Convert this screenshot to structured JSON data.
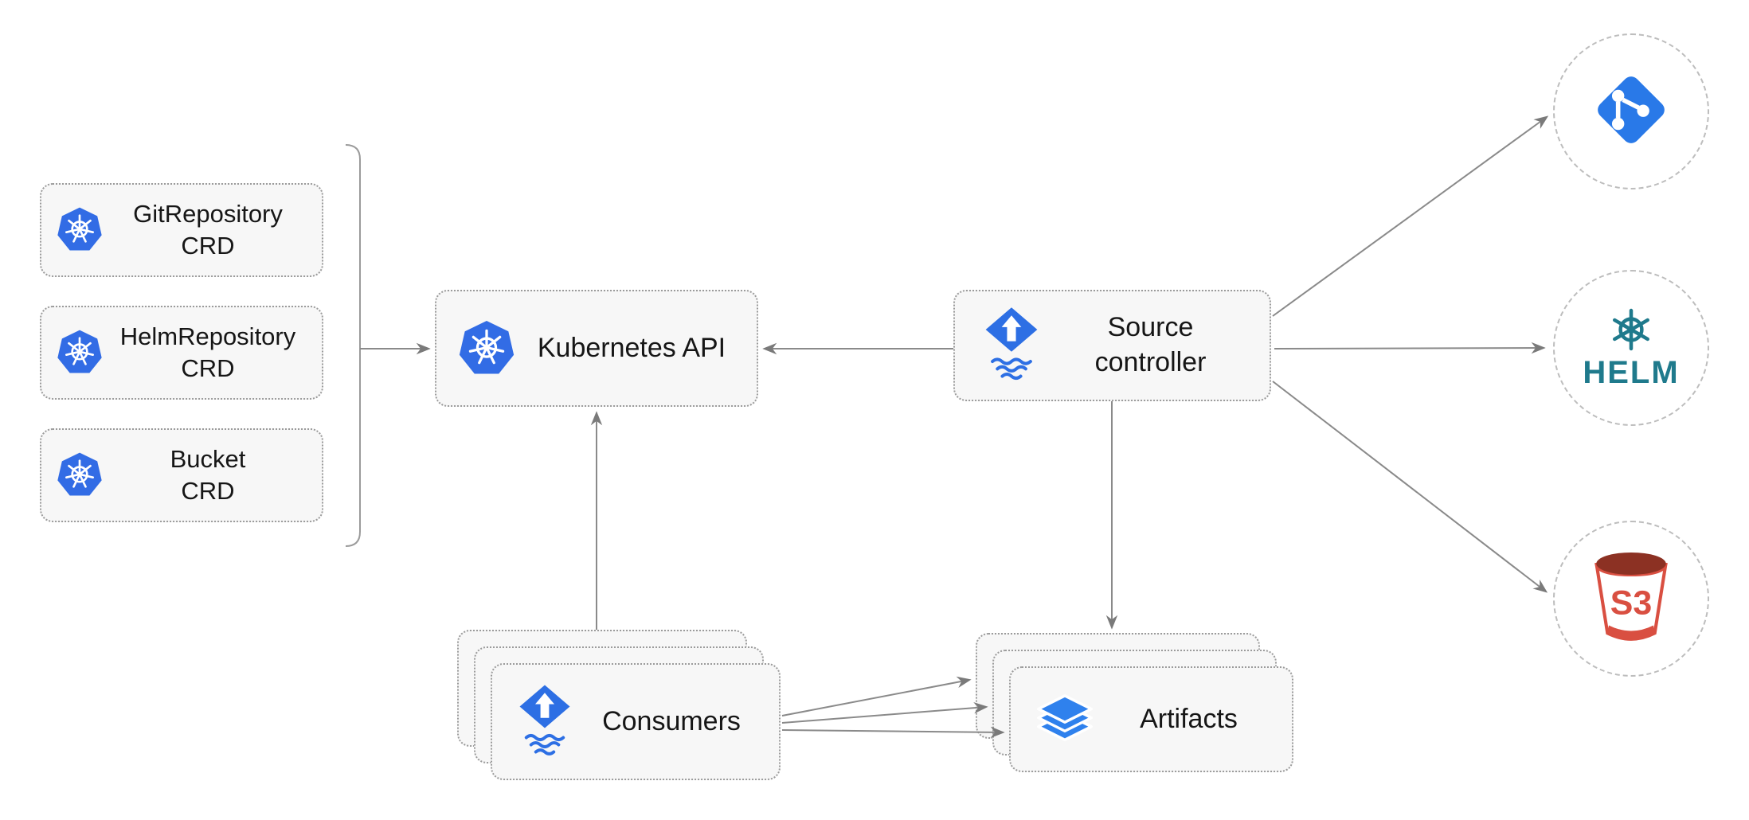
{
  "diagram": {
    "type": "architecture-diagram",
    "crd_boxes": [
      {
        "id": "gitrepository-crd",
        "label": "GitRepository\nCRD",
        "icon": "kubernetes-icon"
      },
      {
        "id": "helmrepository-crd",
        "label": "HelmRepository\nCRD",
        "icon": "kubernetes-icon"
      },
      {
        "id": "bucket-crd",
        "label": "Bucket\nCRD",
        "icon": "kubernetes-icon"
      }
    ],
    "kubernetes_api": {
      "label": "Kubernetes API",
      "icon": "kubernetes-icon"
    },
    "source_controller": {
      "label": "Source\ncontroller",
      "icon": "flux-icon"
    },
    "consumers": {
      "label": "Consumers",
      "icon": "flux-icon",
      "stacked": true
    },
    "artifacts": {
      "label": "Artifacts",
      "icon": "layers-icon",
      "stacked": true
    },
    "externals": [
      {
        "id": "git",
        "icon": "git-icon",
        "label": ""
      },
      {
        "id": "helm",
        "icon": "helm-icon",
        "label": "HELM"
      },
      {
        "id": "s3",
        "icon": "s3-bucket-icon",
        "label": "S3"
      }
    ],
    "edges": [
      {
        "from": "crd-group",
        "to": "kubernetes-api"
      },
      {
        "from": "source-controller",
        "to": "kubernetes-api"
      },
      {
        "from": "source-controller",
        "to": "git"
      },
      {
        "from": "source-controller",
        "to": "helm"
      },
      {
        "from": "source-controller",
        "to": "s3"
      },
      {
        "from": "source-controller",
        "to": "artifacts"
      },
      {
        "from": "consumers",
        "to": "kubernetes-api"
      },
      {
        "from": "consumers",
        "to": "artifacts"
      }
    ],
    "colors": {
      "kubernetes_blue": "#326ce5",
      "flux_blue": "#2d6fe4",
      "layers_blue": "#2f81ed",
      "git_blue": "#2979e8",
      "helm_teal": "#1f7a8c",
      "s3_red": "#d94f41",
      "s3_dark_red": "#8c3123",
      "arrow_gray": "#8a8a8a",
      "box_bg": "#f7f7f7",
      "box_border": "#9b9b9b"
    }
  }
}
